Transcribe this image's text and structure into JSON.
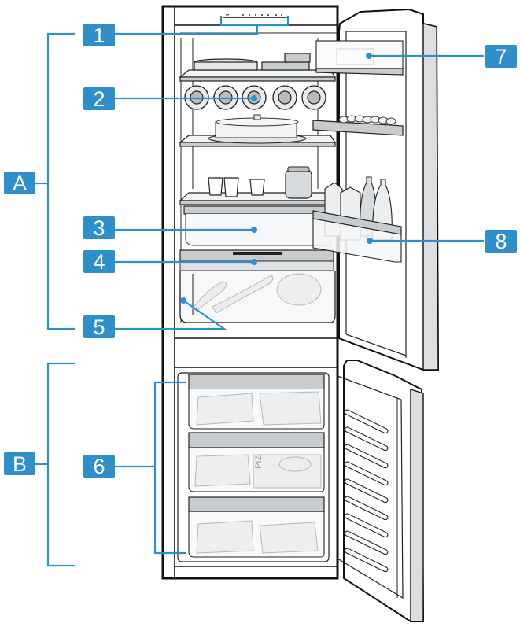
{
  "diagram": {
    "subject": "Refrigerator-freezer overview",
    "accent_color": "#2f8fca",
    "sections": [
      {
        "id": "A",
        "label": "A",
        "meaning": "fridge compartment"
      },
      {
        "id": "B",
        "label": "B",
        "meaning": "freezer compartment"
      }
    ],
    "callouts": [
      {
        "id": "1",
        "label": "1",
        "target": "control panel"
      },
      {
        "id": "2",
        "label": "2",
        "target": "bottle rack"
      },
      {
        "id": "3",
        "label": "3",
        "target": "fresh drawer"
      },
      {
        "id": "4",
        "label": "4",
        "target": "humidity control drawer lid"
      },
      {
        "id": "5",
        "label": "5",
        "target": "vegetable container"
      },
      {
        "id": "6",
        "label": "6",
        "target": "freezer drawers"
      },
      {
        "id": "7",
        "label": "7",
        "target": "door compartment (butter/cheese)"
      },
      {
        "id": "8",
        "label": "8",
        "target": "door shelf for large bottles"
      }
    ],
    "food_text": {
      "pizza_box": "PIZ"
    }
  }
}
